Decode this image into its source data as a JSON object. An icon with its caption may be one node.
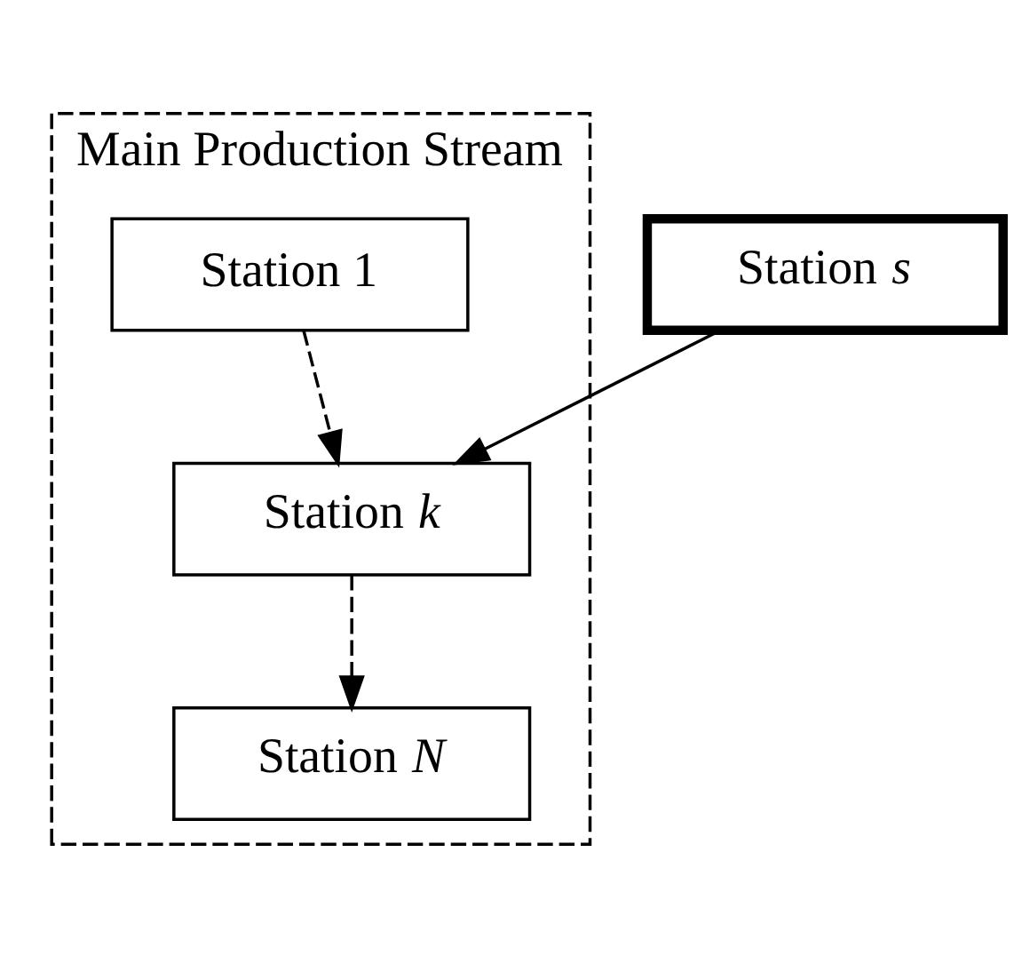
{
  "diagram": {
    "nodes": [
      {
        "text": [
          "Main Production Stream"
        ]
      },
      {
        "text": [
          "Station 1"
        ],
        "in": 0
      },
      {
        "text": [
          "Station *s*"
        ]
      },
      {
        "text": [
          "Station *k*"
        ],
        "in": 0
      },
      {
        "text": [
          "Station *N*"
        ],
        "in": 0
      }
    ],
    "edges": [
      {
        "from": 1,
        "to": 3,
        "arrow": "to",
        "style": "dashed"
      },
      {
        "from": 2,
        "to": 3,
        "arrow": "to"
      },
      {
        "from": 3,
        "to": 4,
        "arrow": "to",
        "style": "dashed"
      }
    ]
  }
}
